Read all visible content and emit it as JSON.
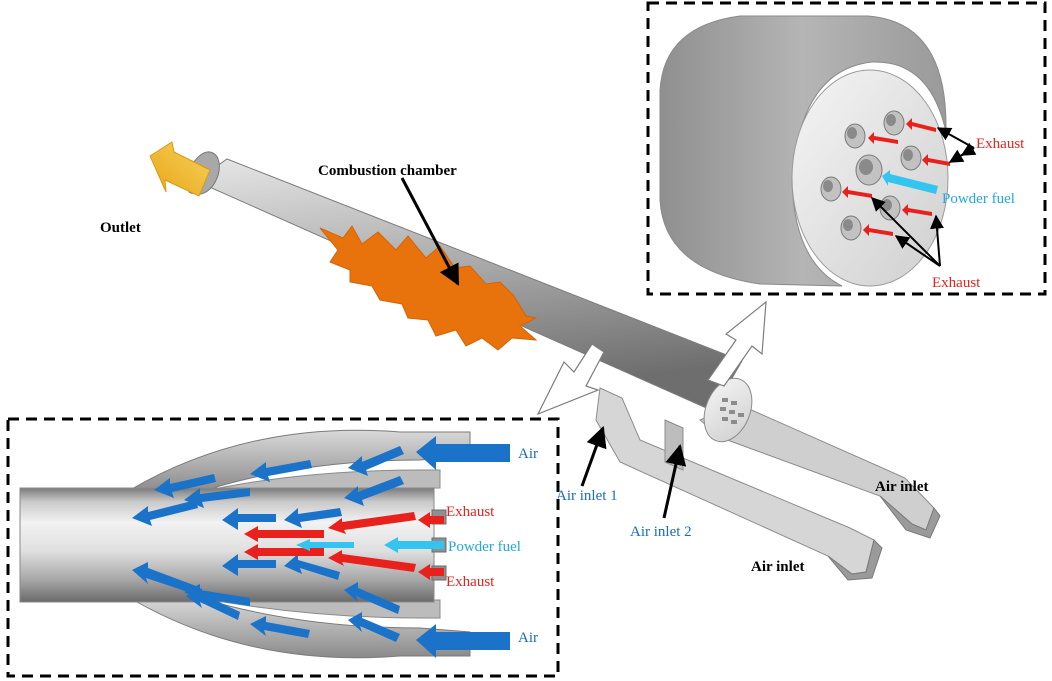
{
  "labels": {
    "outlet": "Outlet",
    "combustion_chamber": "Combustion chamber",
    "air_inlet_1": "Air inlet 1",
    "air_inlet_2": "Air inlet 2",
    "air_inlet_right": "Air inlet",
    "air_inlet_bottom": "Air inlet",
    "inset_top": {
      "exhaust_upper": "Exhaust",
      "powder_fuel": "Powder fuel",
      "exhaust_lower": "Exhaust"
    },
    "inset_bottom": {
      "air_top": "Air",
      "exhaust_upper": "Exhaust",
      "powder_fuel": "Powder fuel",
      "exhaust_lower": "Exhaust",
      "air_bottom": "Air"
    }
  },
  "colors": {
    "air_arrow": "#1a73c8",
    "exhaust_arrow": "#e8211c",
    "fuel_arrow": "#33c4f0",
    "flame": "#e8720c",
    "outlet_arrow": "#f2b325",
    "metal": "#a9a9a9"
  }
}
